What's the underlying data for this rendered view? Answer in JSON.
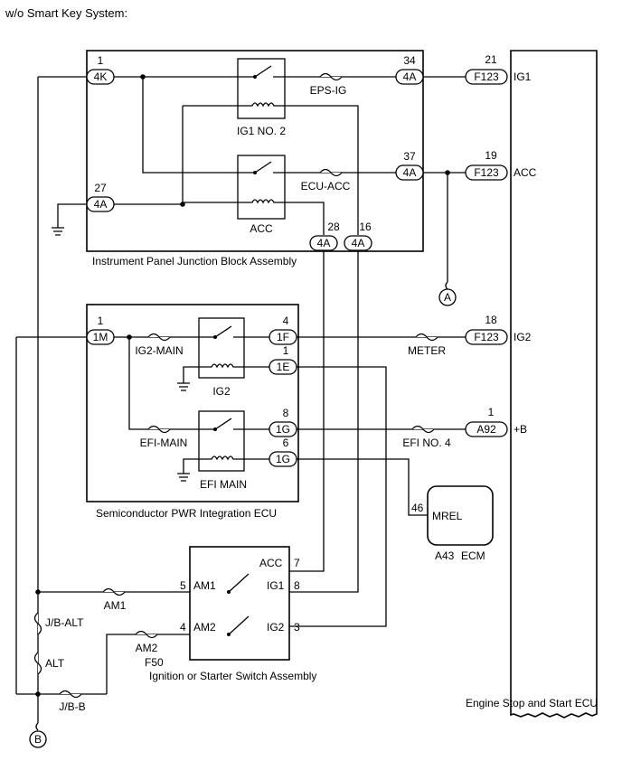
{
  "header": {
    "title": "w/o Smart Key System:"
  },
  "components": {
    "jb": {
      "label": "Instrument Panel Junction Block Assembly"
    },
    "spi": {
      "label": "Semiconductor PWR Integration ECU"
    },
    "ecm": {
      "code": "A43",
      "name": "ECM",
      "terminal_name": "MREL",
      "pin": "46"
    },
    "sw": {
      "code": "F50",
      "label": "Ignition or Starter Switch Assembly"
    },
    "ecu": {
      "label": "Engine Stop and Start ECU"
    }
  },
  "relays": {
    "ig1no2": "IG1 NO. 2",
    "acc": "ACC",
    "ig2": "IG2",
    "efimain": "EFI MAIN"
  },
  "fuses": {
    "eps_ig": "EPS-IG",
    "ecu_acc": "ECU-ACC",
    "ig2_main": "IG2-MAIN",
    "efi_main": "EFI-MAIN",
    "meter": "METER",
    "efi_no4": "EFI NO. 4",
    "am1": "AM1",
    "am2": "AM2",
    "jb_alt": "J/B-ALT",
    "alt": "ALT",
    "jb_b": "J/B-B"
  },
  "connectors": {
    "c4k": {
      "id": "4K",
      "pin": "1"
    },
    "c4a34": {
      "id": "4A",
      "pin": "34"
    },
    "c4a37": {
      "id": "4A",
      "pin": "37"
    },
    "c4a27": {
      "id": "4A",
      "pin": "27"
    },
    "c4a28": {
      "id": "4A",
      "pin": "28"
    },
    "c4a16": {
      "id": "4A",
      "pin": "16"
    },
    "f123_21": {
      "id": "F123",
      "pin": "21",
      "signal": "IG1"
    },
    "f123_19": {
      "id": "F123",
      "pin": "19",
      "signal": "ACC"
    },
    "f123_18": {
      "id": "F123",
      "pin": "18",
      "signal": "IG2"
    },
    "a92": {
      "id": "A92",
      "pin": "1",
      "signal": "+B"
    },
    "c1m": {
      "id": "1M",
      "pin": "1"
    },
    "c1f": {
      "id": "1F",
      "pin": "4"
    },
    "c1e": {
      "id": "1E",
      "pin": "1"
    },
    "c1g8": {
      "id": "1G",
      "pin": "8"
    },
    "c1g6": {
      "id": "1G",
      "pin": "6"
    }
  },
  "switch": {
    "acc": {
      "name": "ACC",
      "pin": "7"
    },
    "ig1": {
      "name": "IG1",
      "pin": "8"
    },
    "am1": {
      "name": "AM1",
      "pin": "5"
    },
    "am2": {
      "name": "AM2",
      "pin": "4"
    },
    "ig2": {
      "name": "IG2",
      "pin": "3"
    }
  },
  "markers": {
    "a": "A",
    "b": "B"
  }
}
